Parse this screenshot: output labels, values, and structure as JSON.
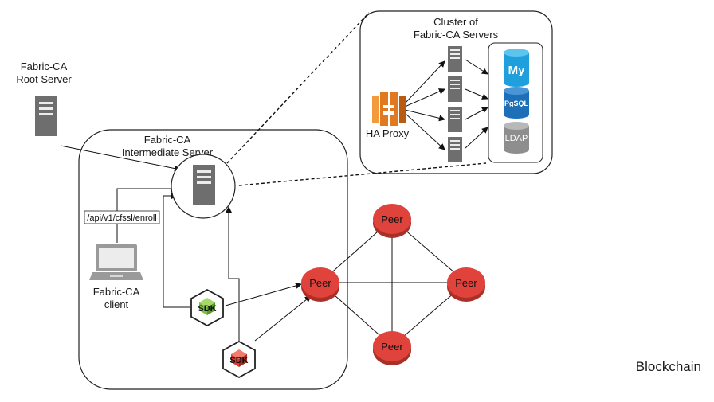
{
  "labels": {
    "root_server": [
      "Fabric-CA",
      "Root Server"
    ],
    "intermediate_server": [
      "Fabric-CA",
      "Intermediate Server"
    ],
    "cluster": [
      "Cluster of",
      "Fabric-CA Servers"
    ],
    "ha_proxy": "HA Proxy",
    "client": [
      "Fabric-CA",
      "client"
    ],
    "enroll_endpoint": "/api/v1/cfssl/enroll",
    "sdk": "SDK",
    "peer": "Peer",
    "blockchain": "Blockchain"
  },
  "databases": {
    "mysql": "My",
    "postgres": "PgSQL",
    "ldap": "LDAP"
  },
  "colors": {
    "peer_fill": "#e0423c",
    "peer_stroke": "#a83028",
    "proxy_orange": "#e0791f",
    "mysql_blue": "#1fa0dd",
    "pgsql_blue": "#1d6fb8",
    "server_gray": "#6e6e6e",
    "sdk_green": "#7cc142",
    "sdk_red": "#dd3c2f"
  }
}
